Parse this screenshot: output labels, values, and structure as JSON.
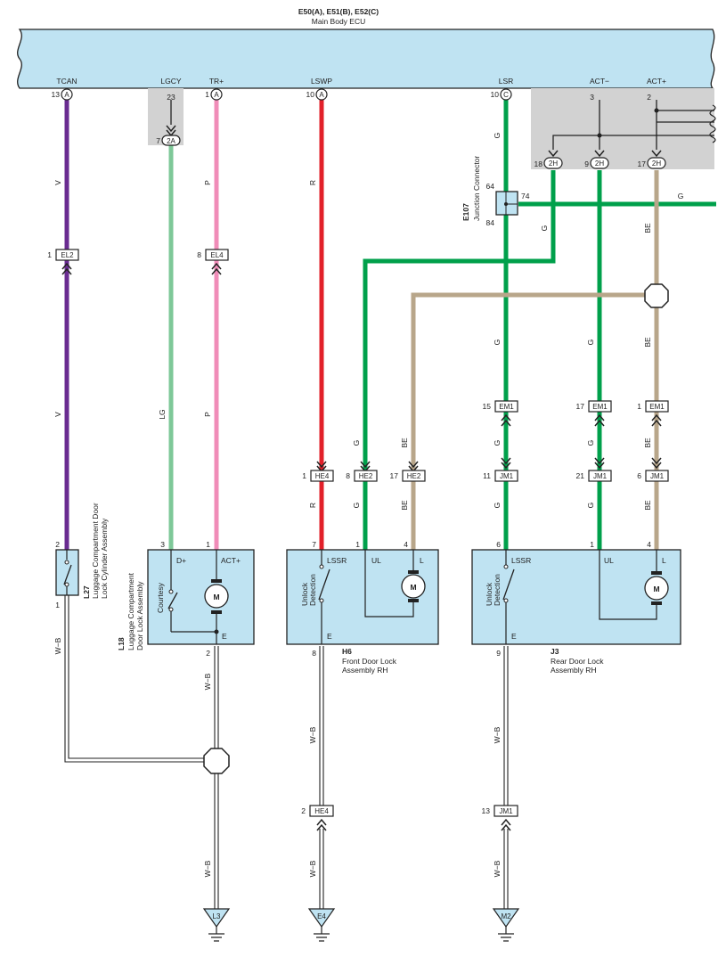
{
  "ecu": {
    "id": "E50(A), E51(B), E52(C)",
    "name": "Main Body ECU"
  },
  "ecu_pins": [
    {
      "label": "TCAN",
      "pin": "13",
      "conn": "A"
    },
    {
      "label": "LGCY",
      "pin": "23",
      "conn": ""
    },
    {
      "label": "TR+",
      "pin": "1",
      "conn": "A"
    },
    {
      "label": "LSWP",
      "pin": "10",
      "conn": "A"
    },
    {
      "label": "LSR",
      "pin": "10",
      "conn": "C"
    },
    {
      "label": "ACT−",
      "pin": "3",
      "conn": ""
    },
    {
      "label": "ACT+",
      "pin": "2",
      "conn": ""
    }
  ],
  "conn_2A": {
    "pin": "7",
    "name": "2A"
  },
  "conn_2H": [
    {
      "pin": "18",
      "name": "2H"
    },
    {
      "pin": "9",
      "name": "2H"
    },
    {
      "pin": "17",
      "name": "2H"
    }
  ],
  "junction": {
    "id": "E107",
    "name": "Junction Connector",
    "pins": [
      "64",
      "74",
      "84"
    ]
  },
  "wire_colors": {
    "v": "V",
    "lg": "LG",
    "p": "P",
    "r": "R",
    "g": "G",
    "be": "BE",
    "wb": "W−B"
  },
  "colors": {
    "violet": "#6a2c91",
    "light_green": "#7ec898",
    "pink": "#f08cb8",
    "red": "#e2202a",
    "green": "#00a04b",
    "beige": "#b8a68a",
    "box_fill": "#bfe3f2",
    "gray_area": "#d2d2d2"
  },
  "inline_connectors": [
    {
      "pin": "1",
      "name": "EL2"
    },
    {
      "pin": "8",
      "name": "EL4"
    },
    {
      "pin": "1",
      "name": "HE4"
    },
    {
      "pin": "8",
      "name": "HE2"
    },
    {
      "pin": "17",
      "name": "HE2"
    },
    {
      "pin": "15",
      "name": "EM1"
    },
    {
      "pin": "17",
      "name": "EM1"
    },
    {
      "pin": "1",
      "name": "EM1"
    },
    {
      "pin": "11",
      "name": "JM1"
    },
    {
      "pin": "21",
      "name": "JM1"
    },
    {
      "pin": "6",
      "name": "JM1"
    },
    {
      "pin": "2",
      "name": "HE4"
    },
    {
      "pin": "13",
      "name": "JM1"
    }
  ],
  "l27": {
    "id": "L27",
    "name": "Luggage Compartment Door Lock Cylinder Assembly",
    "name_lines": [
      "Luggage Compartment Door",
      "Lock Cylinder Assembly"
    ],
    "pin_top": "2",
    "pin_bottom": "1"
  },
  "l18": {
    "id": "L18",
    "name": "Luggage Compartment Door Lock Assembly",
    "name_lines": [
      "Luggage Compartment",
      "Door Lock Assembly"
    ],
    "pins": [
      "3",
      "1",
      "2"
    ],
    "terms": [
      "D+",
      "ACT+",
      "E"
    ],
    "switch": "Courtesy",
    "motor": "M"
  },
  "h6": {
    "id": "H6",
    "name": "Front Door Lock Assembly RH",
    "name_lines": [
      "Front Door Lock",
      "Assembly RH"
    ],
    "pins": [
      "7",
      "1",
      "4",
      "8"
    ],
    "terms": [
      "LSSR",
      "UL",
      "L",
      "E"
    ],
    "switch_lines": [
      "Unlock",
      "Detection"
    ],
    "motor": "M"
  },
  "j3": {
    "id": "J3",
    "name": "Rear Door Lock Assembly RH",
    "name_lines": [
      "Rear Door Lock",
      "Assembly RH"
    ],
    "pins": [
      "6",
      "1",
      "4",
      "9"
    ],
    "terms": [
      "LSSR",
      "UL",
      "L",
      "E"
    ],
    "switch_lines": [
      "Unlock",
      "Detection"
    ],
    "motor": "M"
  },
  "grounds": [
    "L3",
    "E4",
    "M2"
  ]
}
